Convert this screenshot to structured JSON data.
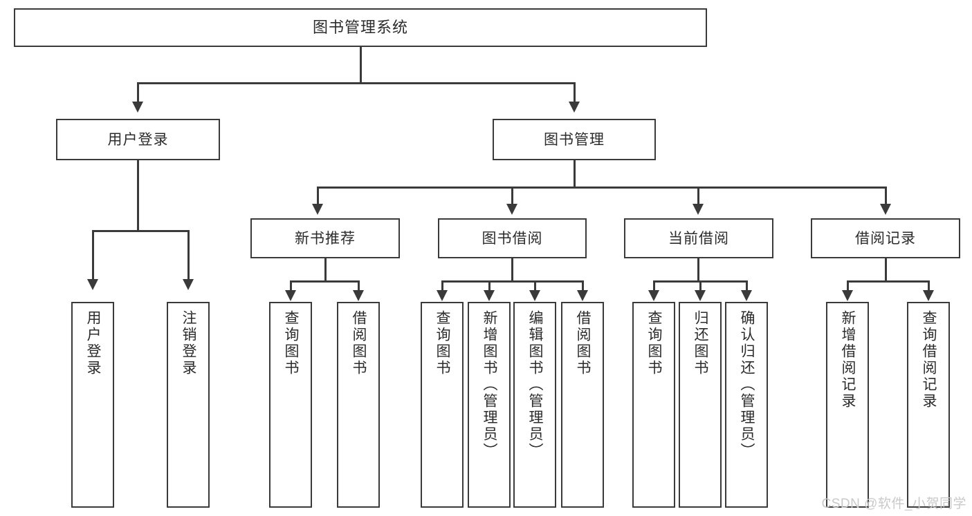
{
  "diagram": {
    "type": "tree",
    "title": "图书管理系统",
    "root": {
      "label": "图书管理系统"
    },
    "level1": [
      {
        "label": "用户登录"
      },
      {
        "label": "图书管理"
      }
    ],
    "level2": [
      {
        "label": "新书推荐"
      },
      {
        "label": "图书借阅"
      },
      {
        "label": "当前借阅"
      },
      {
        "label": "借阅记录"
      }
    ],
    "leaves": {
      "user_login": [
        {
          "label": "用户登录"
        },
        {
          "label": "注销登录"
        }
      ],
      "new_book_recommend": [
        {
          "label": "查询图书"
        },
        {
          "label": "借阅图书"
        }
      ],
      "book_borrow": [
        {
          "label": "查询图书"
        },
        {
          "label": "新增图书（管理员）"
        },
        {
          "label": "编辑图书（管理员）"
        },
        {
          "label": "借阅图书"
        }
      ],
      "current_borrow": [
        {
          "label": "查询图书"
        },
        {
          "label": "归还图书"
        },
        {
          "label": "确认归还（管理员）"
        }
      ],
      "borrow_record": [
        {
          "label": "新增借阅记录"
        },
        {
          "label": "查询借阅记录"
        }
      ]
    }
  },
  "watermark": {
    "text": "CSDN @软件_小贺同学"
  },
  "colors": {
    "stroke": "#3a3a3a",
    "text": "#2b2b2b",
    "background": "#ffffff",
    "watermark": "#c9c9c9"
  }
}
